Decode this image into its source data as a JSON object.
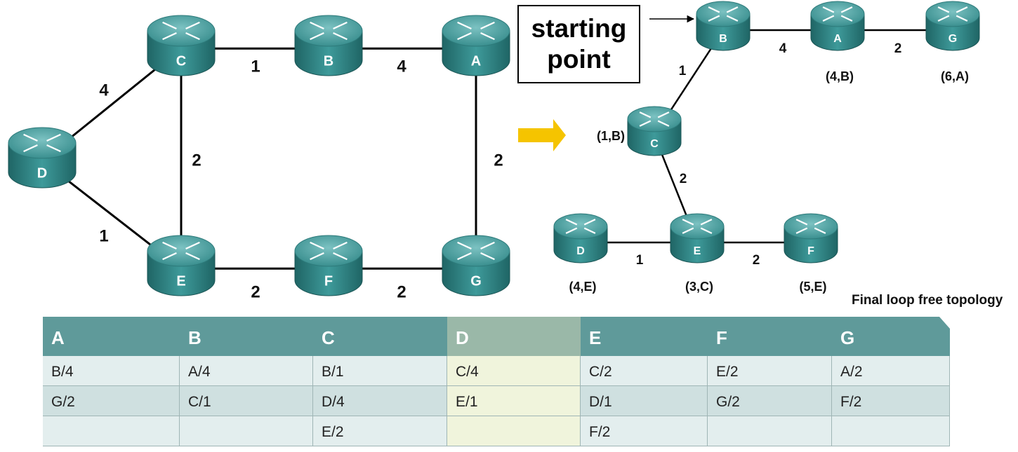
{
  "graph": {
    "nodes": [
      {
        "id": "C",
        "label": "C"
      },
      {
        "id": "B",
        "label": "B"
      },
      {
        "id": "A",
        "label": "A"
      },
      {
        "id": "D",
        "label": "D"
      },
      {
        "id": "E",
        "label": "E"
      },
      {
        "id": "F",
        "label": "F"
      },
      {
        "id": "G",
        "label": "G"
      }
    ],
    "edges": [
      {
        "from": "C",
        "to": "B",
        "cost": "1"
      },
      {
        "from": "B",
        "to": "A",
        "cost": "4"
      },
      {
        "from": "D",
        "to": "C",
        "cost": "4"
      },
      {
        "from": "C",
        "to": "E",
        "cost": "2"
      },
      {
        "from": "A",
        "to": "G",
        "cost": "2"
      },
      {
        "from": "D",
        "to": "E",
        "cost": "1"
      },
      {
        "from": "E",
        "to": "F",
        "cost": "2"
      },
      {
        "from": "F",
        "to": "G",
        "cost": "2"
      }
    ]
  },
  "tree": {
    "start_label": "starting\npoint",
    "caption": "Final loop free topology",
    "nodes": [
      {
        "id": "B",
        "label": "B",
        "annotation": ""
      },
      {
        "id": "A",
        "label": "A",
        "annotation": "(4,B)"
      },
      {
        "id": "G",
        "label": "G",
        "annotation": "(6,A)"
      },
      {
        "id": "C",
        "label": "C",
        "annotation": "(1,B)"
      },
      {
        "id": "D",
        "label": "D",
        "annotation": "(4,E)"
      },
      {
        "id": "E",
        "label": "E",
        "annotation": "(3,C)"
      },
      {
        "id": "F",
        "label": "F",
        "annotation": "(5,E)"
      }
    ],
    "edges": [
      {
        "from": "B",
        "to": "A",
        "cost": "4"
      },
      {
        "from": "A",
        "to": "G",
        "cost": "2"
      },
      {
        "from": "B",
        "to": "C",
        "cost": "1"
      },
      {
        "from": "C",
        "to": "E",
        "cost": "2"
      },
      {
        "from": "D",
        "to": "E",
        "cost": "1"
      },
      {
        "from": "E",
        "to": "F",
        "cost": "2"
      }
    ]
  },
  "table": {
    "headers": [
      "A",
      "B",
      "C",
      "D",
      "E",
      "F",
      "G"
    ],
    "highlight_col": 3,
    "rows": [
      [
        "B/4",
        "A/4",
        "B/1",
        "C/4",
        "C/2",
        "E/2",
        "A/2"
      ],
      [
        "G/2",
        "C/1",
        "D/4",
        "E/1",
        "D/1",
        "G/2",
        "F/2"
      ],
      [
        "",
        "",
        "E/2",
        "",
        "F/2",
        "",
        ""
      ]
    ]
  },
  "colors": {
    "router_top": "#3f9c9c",
    "router_side": "#2a7777",
    "header_bg": "#5f9a9a",
    "header_highlight": "#9ab8a8",
    "arrow": "#f5c400"
  }
}
